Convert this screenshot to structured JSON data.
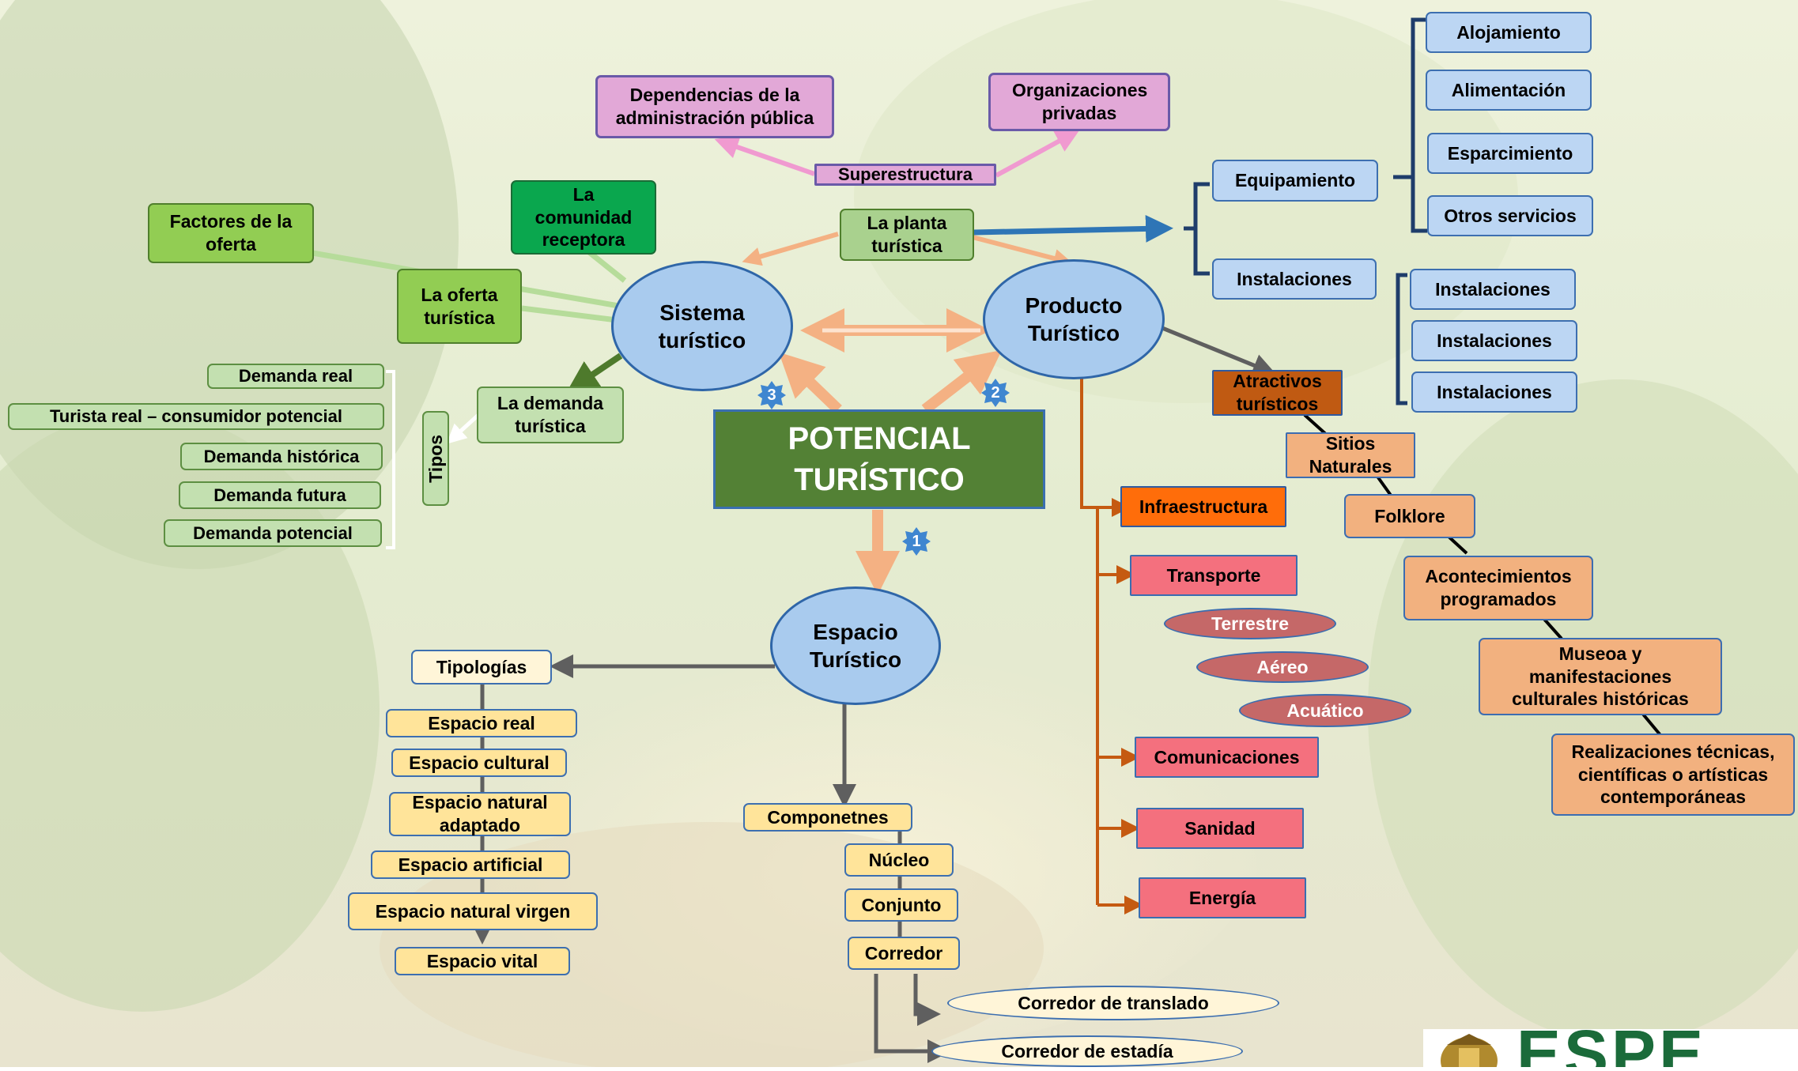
{
  "diagram": {
    "center": "POTENCIAL TURÍSTICO",
    "badges": [
      "1",
      "2",
      "3"
    ],
    "sistema": "Sistema turístico",
    "producto": "Producto Turístico",
    "espacio": "Espacio Turístico",
    "superestructura": {
      "label": "Superestructura",
      "left": "Dependencias de la administración pública",
      "right": "Organizaciones privadas"
    },
    "planta": "La planta turística",
    "comunidad": "La comunidad receptora",
    "factores": "Factores de la oferta",
    "oferta": "La oferta turística",
    "demanda": {
      "label": "La demanda turística",
      "tipos": "Tipos",
      "items": [
        "Demanda real",
        "Turista real – consumidor potencial",
        "Demanda histórica",
        "Demanda futura",
        "Demanda potencial"
      ]
    },
    "equipamiento": {
      "label": "Equipamiento",
      "items": [
        "Alojamiento",
        "Alimentación",
        "Esparcimiento",
        "Otros servicios"
      ]
    },
    "instalaciones": {
      "label": "Instalaciones",
      "items": [
        "Instalaciones",
        "Instalaciones",
        "Instalaciones"
      ]
    },
    "atractivos": {
      "label": "Atractivos turísticos",
      "items": [
        "Sitios Naturales",
        "Folklore",
        "Acontecimientos programados",
        "Museoa y manifestaciones culturales históricas",
        "Realizaciones técnicas, científicas o artísticas contemporáneas"
      ]
    },
    "infraestructura": {
      "label": "Infraestructura",
      "transporte": "Transporte",
      "modos": [
        "Terrestre",
        "Aéreo",
        "Acuático"
      ],
      "items": [
        "Comunicaciones",
        "Sanidad",
        "Energía"
      ]
    },
    "tipologias": {
      "label": "Tipologías",
      "items": [
        "Espacio real",
        "Espacio cultural",
        "Espacio natural adaptado",
        "Espacio artificial",
        "Espacio natural virgen",
        "Espacio vital"
      ]
    },
    "componentes": {
      "label": "Componetnes",
      "items": [
        "Núcleo",
        "Conjunto",
        "Corredor"
      ],
      "corredores": [
        "Corredor de translado",
        "Corredor de estadía"
      ]
    }
  },
  "logo": {
    "text": "ESPE"
  },
  "colors": {
    "center": "#538135",
    "ellipse": "#a9cbee",
    "arrow_salmon": "#f4b183",
    "arrow_blue": "#2e75b6",
    "arrow_orange": "#c55a11",
    "arrow_pink": "#f09ad0"
  }
}
